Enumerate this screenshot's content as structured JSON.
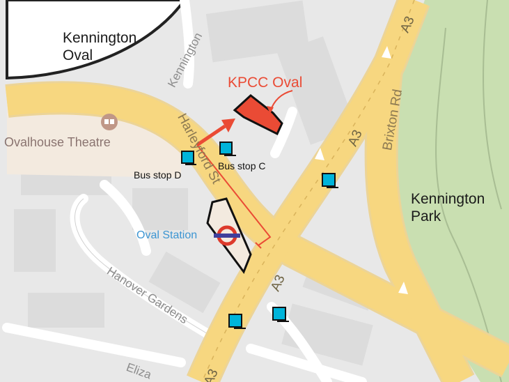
{
  "places": {
    "kennington_oval": "Kennington\nOval",
    "kennington_park": "Kennington\nPark"
  },
  "roads": {
    "harleyford": "Harleyford St",
    "brixton": "Brixton Rd",
    "a3": "A3",
    "kennington_road": "Kennington",
    "hanover": "Hanover Gardens",
    "eliza": "Eliza"
  },
  "pois": {
    "ovalhouse": "Ovalhouse Theatre",
    "oval_station": "Oval Station"
  },
  "venue": {
    "name": "KPCC Oval"
  },
  "bus_stops": {
    "c": "Bus stop C",
    "d": "Bus stop D"
  },
  "colors": {
    "land": "#e8e8e8",
    "block": "#dcdcdc",
    "major_road": "#f7d780",
    "road_outline": "#ecd497",
    "minor_road": "#ffffff",
    "park": "#c9dfb1",
    "poi_area": "#f3eadf",
    "venue": "#ea4b35",
    "bus_stop": "#00b4da",
    "underground": "#dd3a2b",
    "underground_bar": "#3f3f9c"
  }
}
